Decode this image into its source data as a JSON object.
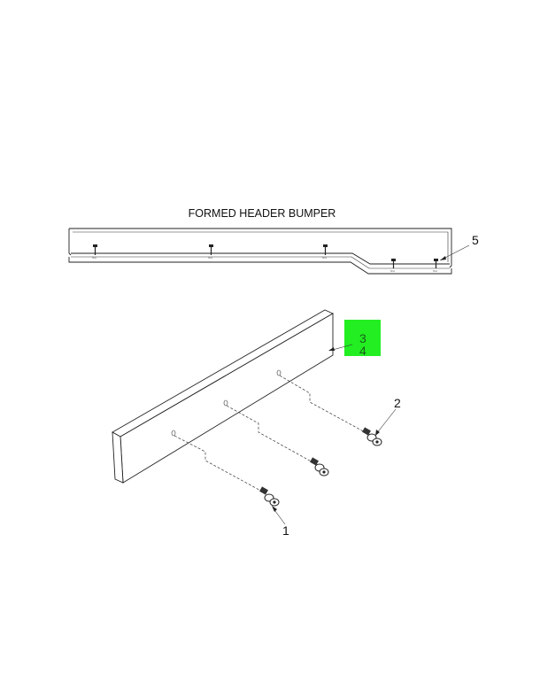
{
  "diagram": {
    "title": "FORMED HEADER BUMPER",
    "callouts": {
      "c1": "1",
      "c2": "2",
      "c3": "3",
      "c4": "4",
      "c5": "5"
    },
    "highlight_color": "#22ee22",
    "footer_left": "",
    "footer_right": ""
  }
}
